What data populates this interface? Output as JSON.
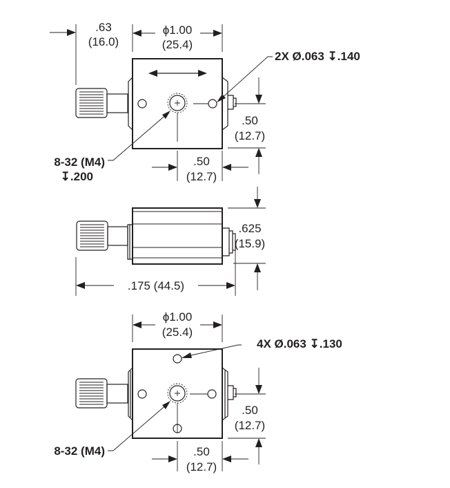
{
  "top_view": {
    "offset_dim": {
      "inch": ".63",
      "mm": "(16.0)"
    },
    "width_dim": {
      "inch": "ϕ1.00",
      "mm": "(25.4)"
    },
    "hole_callout": "2X Ø.063 ↧.140",
    "height_dim": {
      "inch": ".50",
      "mm": "(12.7)"
    },
    "center_dim": {
      "inch": ".50",
      "mm": "(12.7)"
    },
    "thread_callout": "8-32 (M4)",
    "thread_depth": "↧.200"
  },
  "side_view": {
    "height_dim": {
      "inch": ".625",
      "mm": "(15.9)"
    },
    "length_dim": ".175 (44.5)"
  },
  "bottom_view": {
    "width_dim": {
      "inch": "ϕ1.00",
      "mm": "(25.4)"
    },
    "hole_callout": "4X Ø.063 ↧.130",
    "height_dim": {
      "inch": ".50",
      "mm": "(12.7)"
    },
    "center_dim": {
      "inch": ".50",
      "mm": "(12.7)"
    },
    "thread_callout": "8-32 (M4)"
  }
}
